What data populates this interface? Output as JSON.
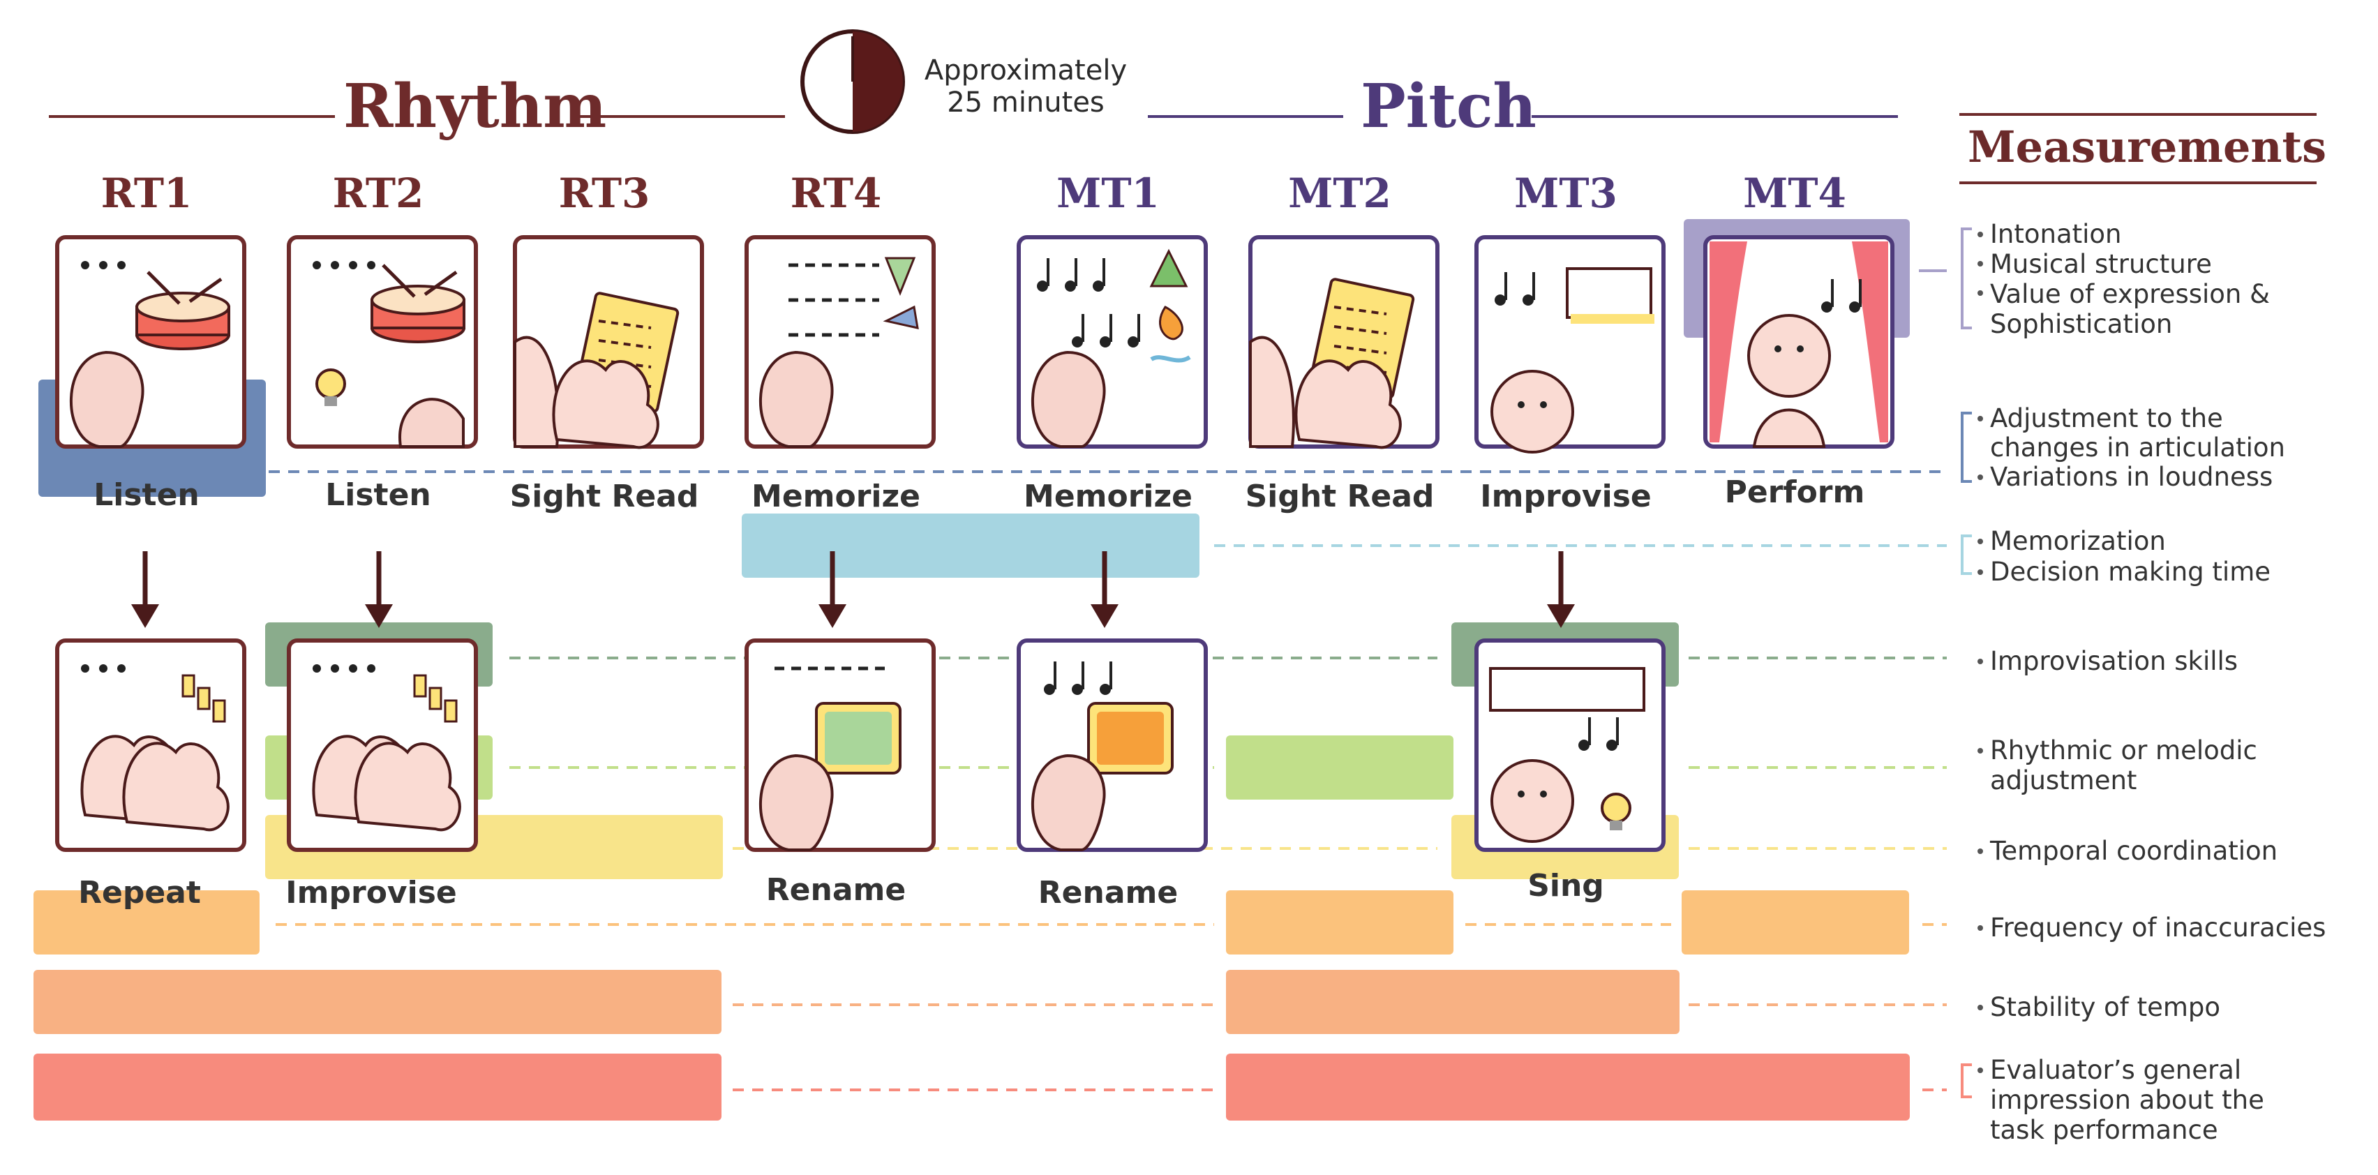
{
  "header": {
    "rhythm_title": "Rhythm",
    "pitch_title": "Pitch",
    "timing_line1": "Approximately",
    "timing_line2": "25 minutes",
    "measurements_title": "Measurements"
  },
  "colors": {
    "rhythm": "#6e2b2b",
    "pitch": "#4e3a7a",
    "steel_blue": "#6c88b5",
    "lavender": "#a7a0c9",
    "light_blue": "#a6d5e1",
    "sage_green": "#8aac8c",
    "lime": "#c1df8a",
    "yellow": "#f8e48a",
    "light_orange": "#fbc27c",
    "salmon": "#f8b183",
    "coral": "#f78b7d"
  },
  "tasks": [
    {
      "code": "RT1",
      "label": "Listen",
      "second_label": "Repeat",
      "group": "rhythm"
    },
    {
      "code": "RT2",
      "label": "Listen",
      "second_label": "Improvise",
      "group": "rhythm"
    },
    {
      "code": "RT3",
      "label": "Sight Read",
      "second_label": "",
      "group": "rhythm"
    },
    {
      "code": "RT4",
      "label": "Memorize",
      "second_label": "Rename",
      "group": "rhythm"
    },
    {
      "code": "MT1",
      "label": "Memorize",
      "second_label": "Rename",
      "group": "pitch"
    },
    {
      "code": "MT2",
      "label": "Sight Read",
      "second_label": "",
      "group": "pitch"
    },
    {
      "code": "MT3",
      "label": "Improvise",
      "second_label": "Sing",
      "group": "pitch"
    },
    {
      "code": "MT4",
      "label": "Perform",
      "second_label": "",
      "group": "pitch"
    }
  ],
  "measurements": [
    {
      "lines": [
        "Intonation",
        "Musical structure",
        "Value of expression &",
        "Sophistication"
      ],
      "color": "#a7a0c9"
    },
    {
      "lines": [
        "Adjustment to the",
        "changes in articulation",
        "Variations in loudness"
      ],
      "color": "#6c88b5"
    },
    {
      "lines": [
        "Memorization",
        "Decision making time"
      ],
      "color": "#a6d5e1"
    },
    {
      "lines": [
        "Improvisation skills"
      ],
      "color": "#8aac8c"
    },
    {
      "lines": [
        "Rhythmic or melodic",
        "adjustment"
      ],
      "color": "#c1df8a"
    },
    {
      "lines": [
        "Temporal coordination"
      ],
      "color": "#f8e48a"
    },
    {
      "lines": [
        "Frequency of inaccuracies"
      ],
      "color": "#fbc27c"
    },
    {
      "lines": [
        "Stability of tempo"
      ],
      "color": "#f8b183"
    },
    {
      "lines": [
        "Evaluator’s general",
        "impression about the",
        "task performance"
      ],
      "color": "#f78b7d"
    }
  ]
}
